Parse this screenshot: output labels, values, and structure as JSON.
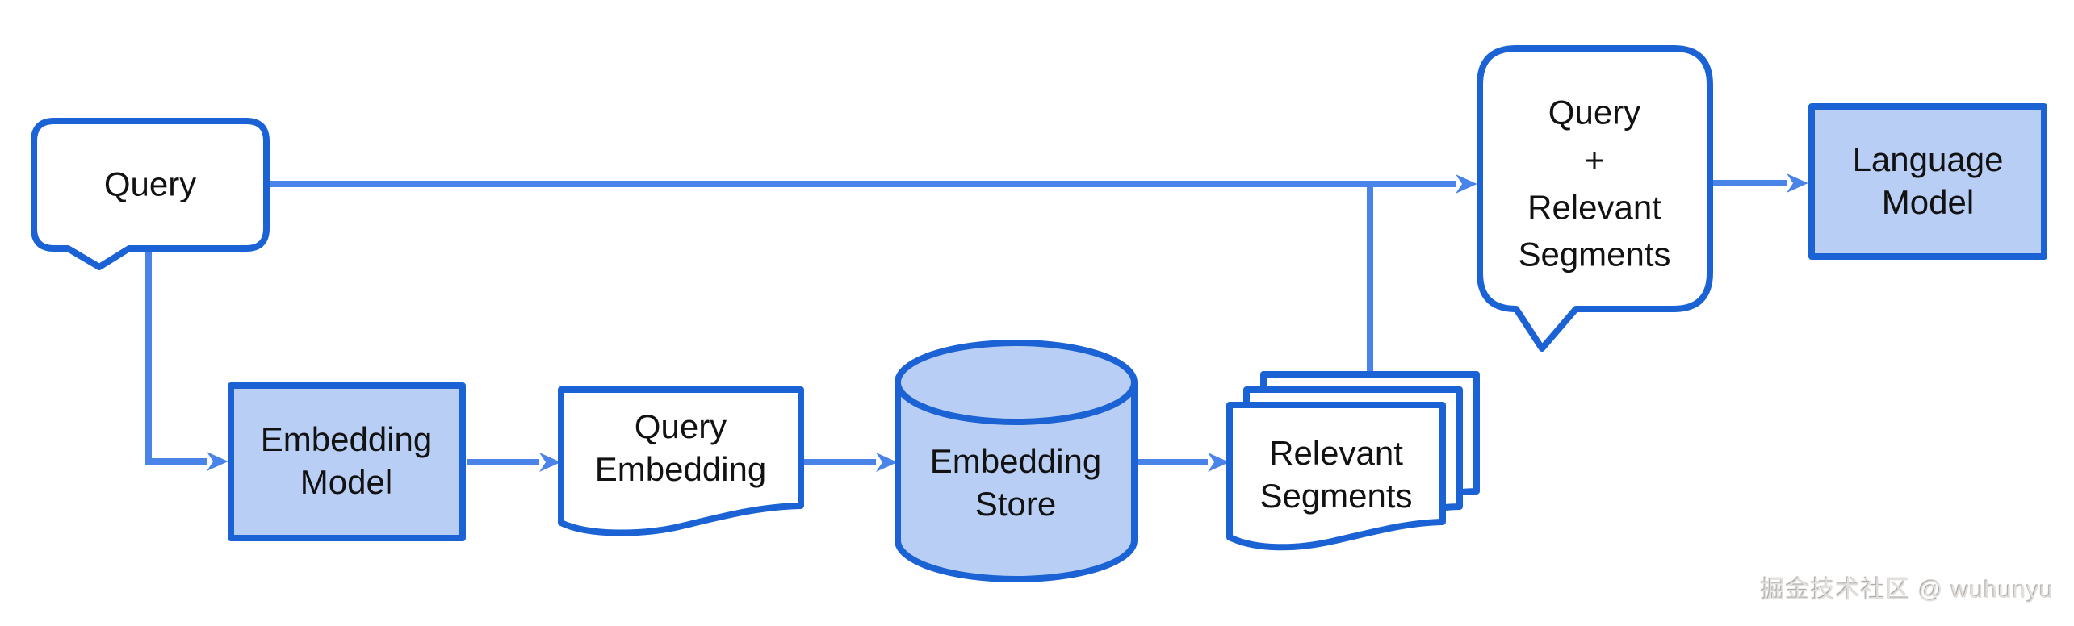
{
  "diagram": {
    "colors": {
      "shape_border": "#1b63d4",
      "connector": "#4a84e8",
      "shape_fill": "#b9cef4",
      "text": "#121212",
      "background": "#ffffff"
    },
    "nodes": {
      "query": {
        "label": "Query",
        "shape": "speech-bubble"
      },
      "embedding_model": {
        "label": "Embedding\nModel",
        "shape": "rectangle"
      },
      "query_embedding": {
        "label": "Query\nEmbedding",
        "shape": "document"
      },
      "embedding_store": {
        "label": "Embedding\nStore",
        "shape": "cylinder-database"
      },
      "relevant_segments": {
        "label": "Relevant\nSegments",
        "shape": "multi-document"
      },
      "query_plus_relevant_segments": {
        "label": "Query\n+\nRelevant\nSegments",
        "shape": "speech-bubble"
      },
      "language_model": {
        "label": "Language\nModel",
        "shape": "rectangle"
      }
    },
    "edges": [
      {
        "from": "query",
        "to": "query_plus_relevant_segments"
      },
      {
        "from": "query",
        "to": "embedding_model"
      },
      {
        "from": "embedding_model",
        "to": "query_embedding"
      },
      {
        "from": "query_embedding",
        "to": "embedding_store"
      },
      {
        "from": "embedding_store",
        "to": "relevant_segments"
      },
      {
        "from": "relevant_segments",
        "to": "query_plus_relevant_segments"
      },
      {
        "from": "query_plus_relevant_segments",
        "to": "language_model"
      }
    ],
    "watermark": "掘金技术社区 @ wuhunyu"
  }
}
